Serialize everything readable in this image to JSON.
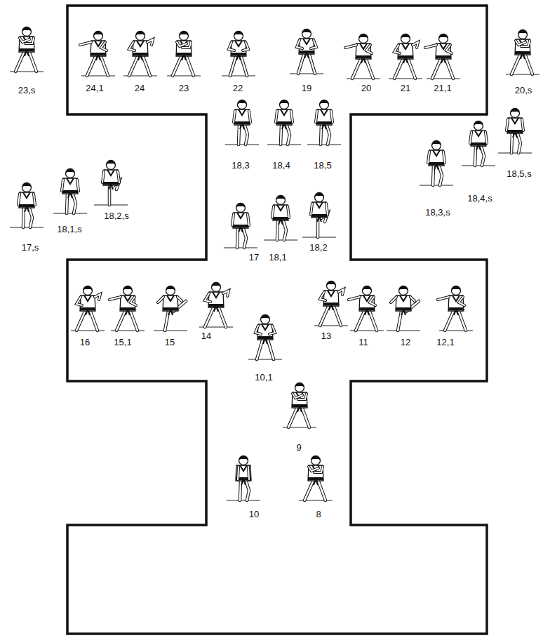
{
  "diagram": {
    "labels": [
      "23,s",
      "24,1",
      "24",
      "23",
      "22",
      "19",
      "20",
      "21",
      "21,1",
      "20,s",
      "18,3",
      "18,4",
      "18,5",
      "18,5,s",
      "18,4,s",
      "18,3,s",
      "18,2,s",
      "18,1,s",
      "17,s",
      "17",
      "18,1",
      "18,2",
      "16",
      "15,1",
      "15",
      "14",
      "13",
      "11",
      "12",
      "12,1",
      "10,1",
      "9",
      "10",
      "8"
    ]
  }
}
